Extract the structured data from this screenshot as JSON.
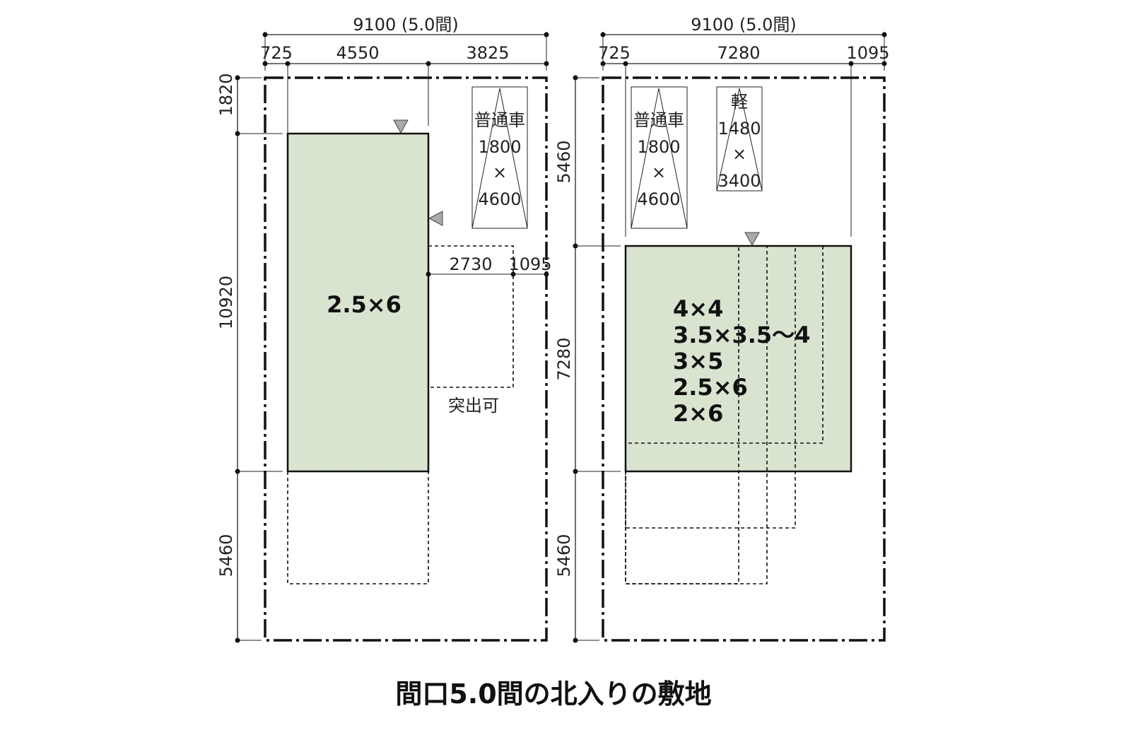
{
  "title": "間口5.0間の北入りの敷地",
  "left_plan": {
    "width_total": "9100 (5.0間)",
    "width_parts": [
      "725",
      "4550",
      "3825"
    ],
    "depth_parts": [
      "1820",
      "10920",
      "5460"
    ],
    "projection_dims": [
      "2730",
      "1095"
    ],
    "projection_label": "突出可",
    "house_label": "2.5×6",
    "car": {
      "name": "普通車",
      "w": "1800",
      "x": "×",
      "l": "4600"
    }
  },
  "right_plan": {
    "width_total": "9100 (5.0間)",
    "width_parts": [
      "725",
      "7280",
      "1095"
    ],
    "depth_parts": [
      "5460",
      "7280",
      "5460"
    ],
    "house_labels": [
      "4×4",
      "3.5×3.5～4",
      "3×5",
      "2.5×6",
      "2×6"
    ],
    "car": {
      "name": "普通車",
      "w": "1800",
      "x": "×",
      "l": "4600"
    },
    "kei": {
      "name": "軽",
      "w": "1480",
      "x": "×",
      "l": "3400"
    }
  },
  "colors": {
    "house_fill": "#d8e4d0"
  }
}
